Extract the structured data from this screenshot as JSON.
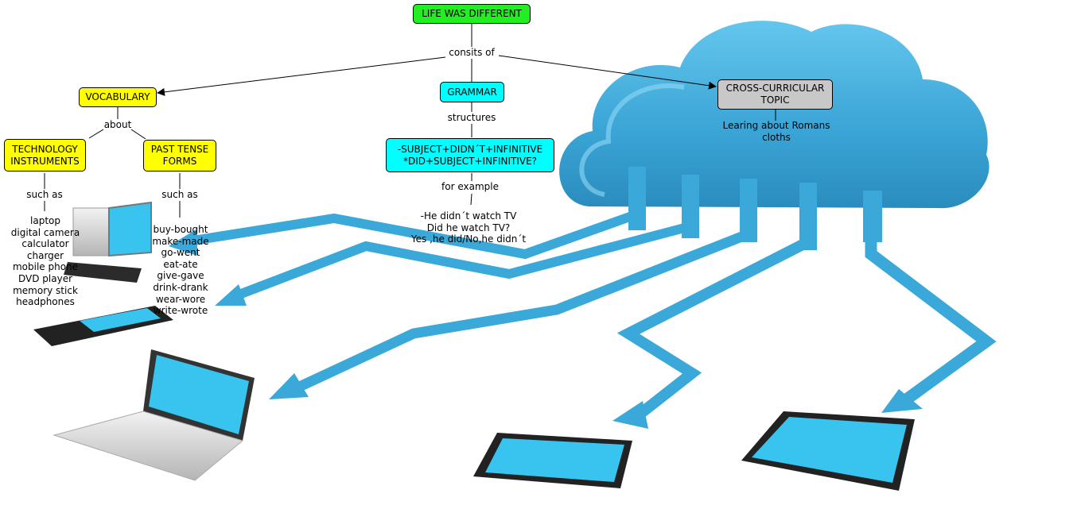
{
  "colors": {
    "green": "#22ee22",
    "yellow": "#ffff00",
    "cyan": "#00ffff",
    "gray": "#c8c8c8",
    "cloud": "#3aa9d9",
    "screen": "#38c4ee"
  },
  "nodes": {
    "root": {
      "label": "LIFE WAS DIFFERENT"
    },
    "vocabulary": {
      "label": "VOCABULARY"
    },
    "grammar": {
      "label": "GRAMMAR"
    },
    "cross": {
      "line1": "CROSS-CURRICULAR",
      "line2": "TOPIC"
    },
    "technology": {
      "line1": "TECHNOLOGY",
      "line2": "INSTRUMENTS"
    },
    "past": {
      "line1": "PAST TENSE",
      "line2": "FORMS"
    },
    "structure": {
      "line1": "-SUBJECT+DIDN´T+INFINITIVE",
      "line2": "*DID+SUBJECT+INFINITIVE?"
    }
  },
  "links": {
    "consists": "consits of",
    "about": "about",
    "structures": "structures",
    "such_as_1": "such as",
    "such_as_2": "such as",
    "for_example": "for example"
  },
  "cross_text": {
    "line1": "Learing about Romans",
    "line2": "cloths"
  },
  "technology_items": [
    "laptop",
    "digital camera",
    "calculator",
    "charger",
    "mobile phone",
    "DVD player",
    "memory stick",
    "headphones"
  ],
  "past_items": [
    "buy-bought",
    "make-made",
    "go-went",
    "eat-ate",
    "give-gave",
    "drink-drank",
    "wear-wore",
    "write-wrote"
  ],
  "examples": [
    "-He didn´t watch TV",
    "Did he watch TV?",
    "Yes ,he did/No,he didn´t"
  ]
}
